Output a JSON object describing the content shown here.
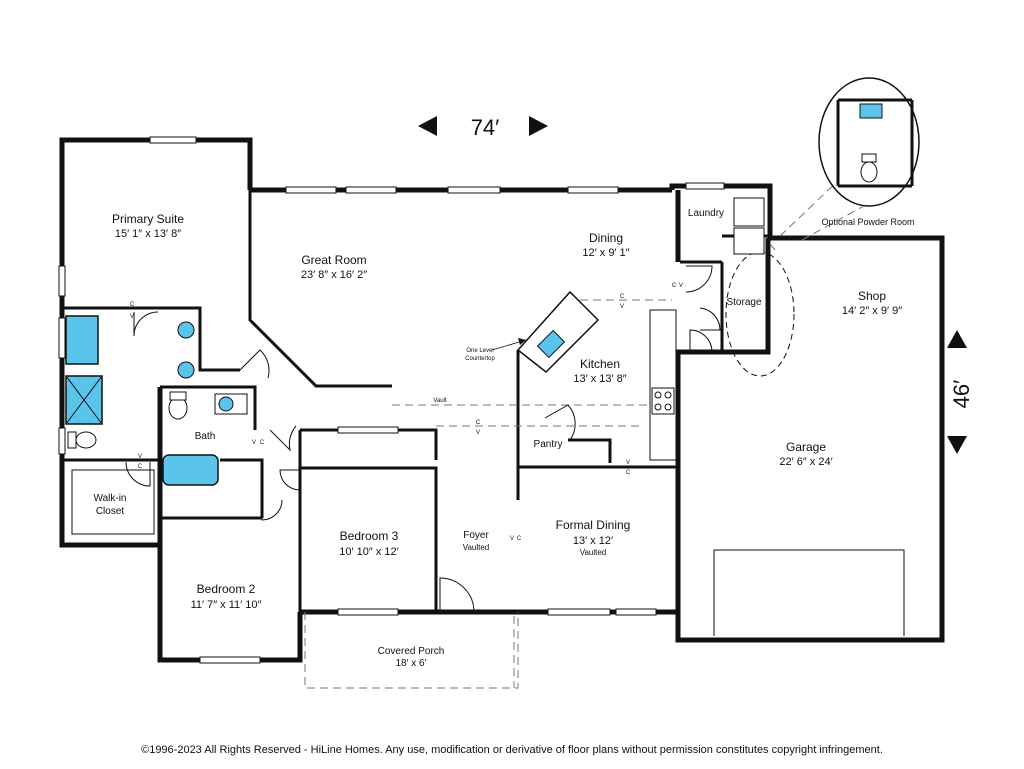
{
  "dimensions": {
    "width": "74′",
    "depth": "46′"
  },
  "rooms": {
    "primary_suite": {
      "name": "Primary Suite",
      "size": "15′ 1″ x 13′ 8″"
    },
    "great_room": {
      "name": "Great Room",
      "size": "23′ 8″ x 16′ 2″"
    },
    "dining": {
      "name": "Dining",
      "size": "12′ x 9′ 1″"
    },
    "laundry": {
      "name": "Laundry"
    },
    "storage": {
      "name": "Storage"
    },
    "shop": {
      "name": "Shop",
      "size": "14′ 2″ x 9′ 9″"
    },
    "kitchen": {
      "name": "Kitchen",
      "size": "13′ x 13′ 8″"
    },
    "bath": {
      "name": "Bath"
    },
    "walk_in": {
      "line1": "Walk-in",
      "line2": "Closet"
    },
    "bedroom3": {
      "name": "Bedroom 3",
      "size": "10′ 10″ x 12′"
    },
    "foyer": {
      "name": "Foyer",
      "note": "Vaulted"
    },
    "formal_dining": {
      "name": "Formal Dining",
      "size": "13′ x 12′",
      "note": "Vaulted"
    },
    "garage": {
      "name": "Garage",
      "size": "22′ 6″ x 24′"
    },
    "bedroom2": {
      "name": "Bedroom 2",
      "size": "11′ 7″ x 11′ 10″"
    },
    "covered_porch": {
      "name": "Covered Porch",
      "size": "18′ x 6′"
    },
    "pantry": {
      "name": "Pantry"
    }
  },
  "annotations": {
    "one_level_1": "One Level",
    "one_level_2": "Countertop",
    "vault": "Vault",
    "optional_powder": "Optional Powder Room",
    "c": "C",
    "v": "V"
  },
  "copyright": "©1996-2023 All Rights Reserved - HiLine Homes. Any use, modification or derivative of floor plans without permission constitutes copyright infringement.",
  "colors": {
    "wall": "#111111",
    "fixture_blue": "#5bc4ea"
  }
}
